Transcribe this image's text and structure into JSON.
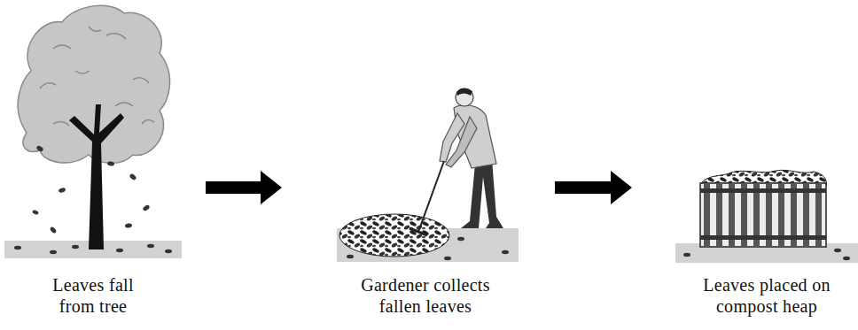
{
  "diagram": {
    "nodes": [
      {
        "text": [
          "Leaves fall from tree"
        ]
      },
      {
        "text": [
          "Gardener collects fallen leaves"
        ]
      },
      {
        "text": [
          "Leaves placed on compost heap"
        ]
      }
    ],
    "edges": [
      {
        "from": 0,
        "to": 1,
        "arrow": "to"
      },
      {
        "from": 1,
        "to": 2,
        "arrow": "to"
      }
    ]
  }
}
